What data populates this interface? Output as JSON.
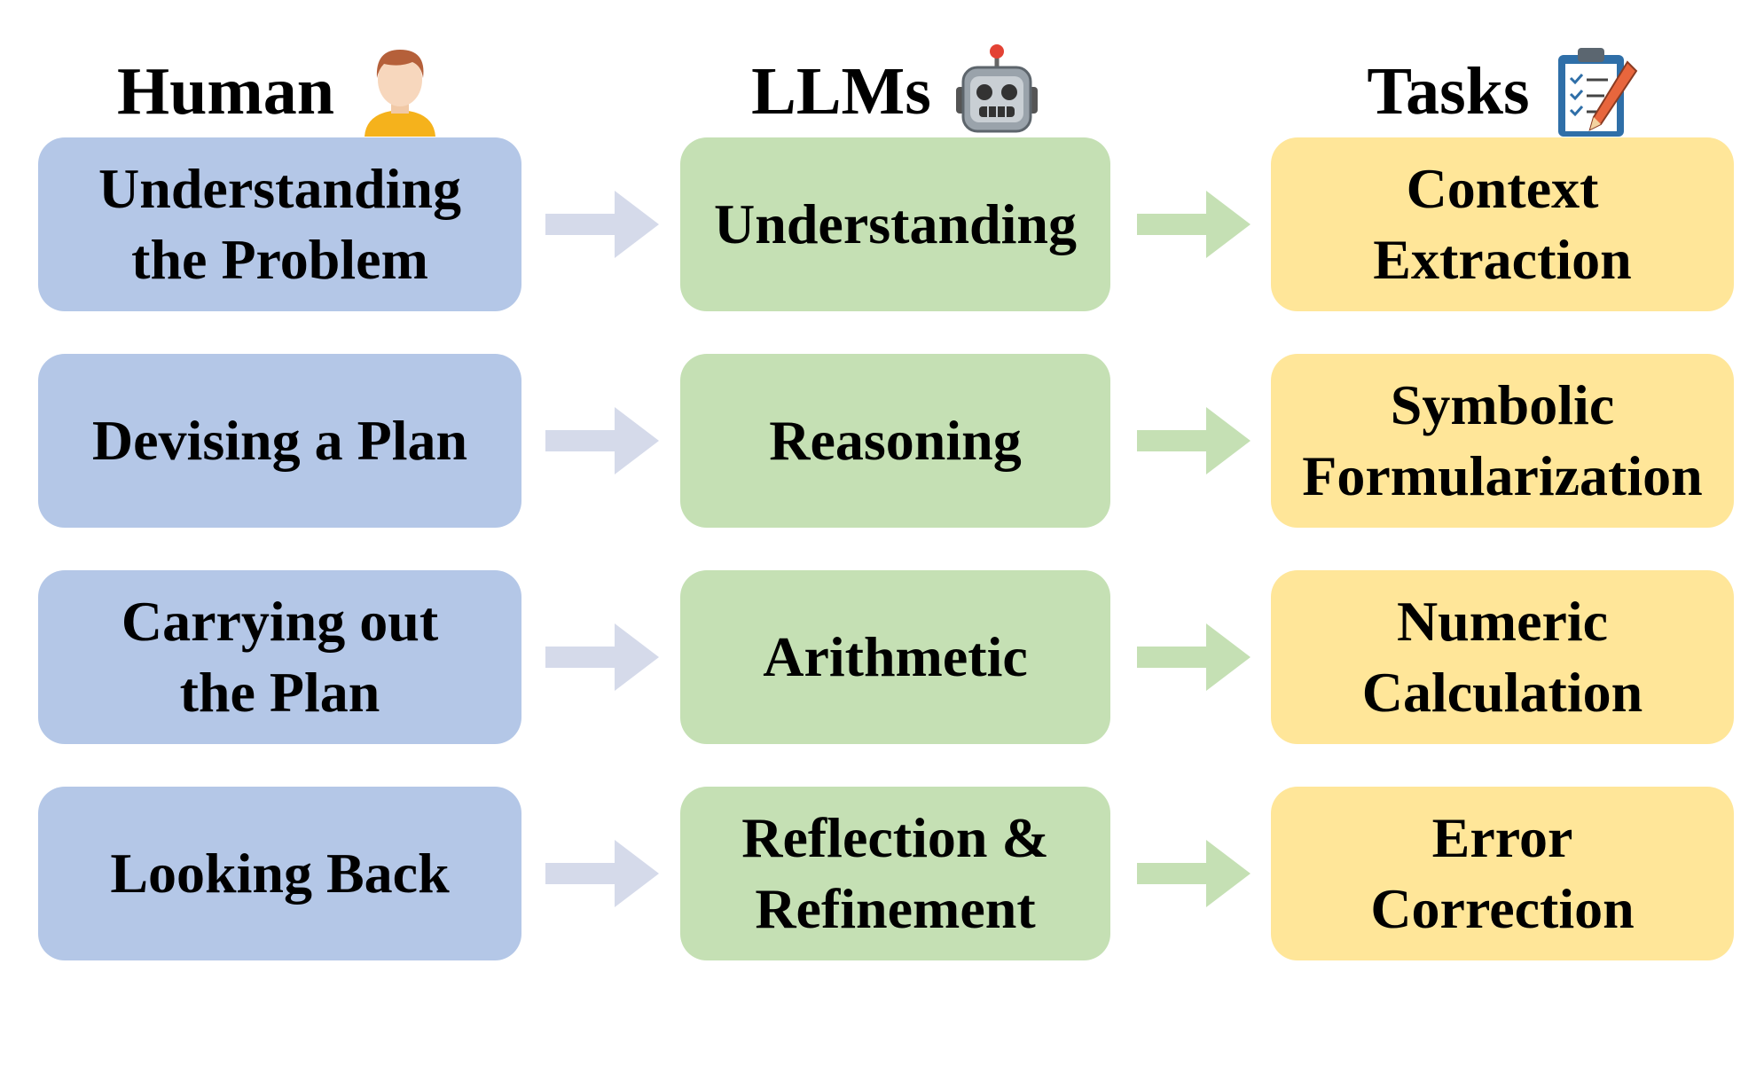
{
  "headers": {
    "human": {
      "label": "Human",
      "icon": "person-icon"
    },
    "llms": {
      "label": "LLMs",
      "icon": "robot-icon"
    },
    "tasks": {
      "label": "Tasks",
      "icon": "clipboard-icon"
    }
  },
  "rows": [
    {
      "human": "Understanding\nthe Problem",
      "llm": "Understanding",
      "task": "Context\nExtraction"
    },
    {
      "human": "Devising a Plan",
      "llm": "Reasoning",
      "task": "Symbolic\nFormularization"
    },
    {
      "human": "Carrying out\nthe Plan",
      "llm": "Arithmetic",
      "task": "Numeric\nCalculation"
    },
    {
      "human": "Looking Back",
      "llm": "Reflection &\nRefinement",
      "task": "Error\nCorrection"
    }
  ],
  "colors": {
    "human_box": "#b4c7e7",
    "llm_box": "#c5e0b4",
    "task_box": "#ffe699",
    "human_arrow": "#d5daea",
    "llm_arrow": "#c5e0b4"
  }
}
